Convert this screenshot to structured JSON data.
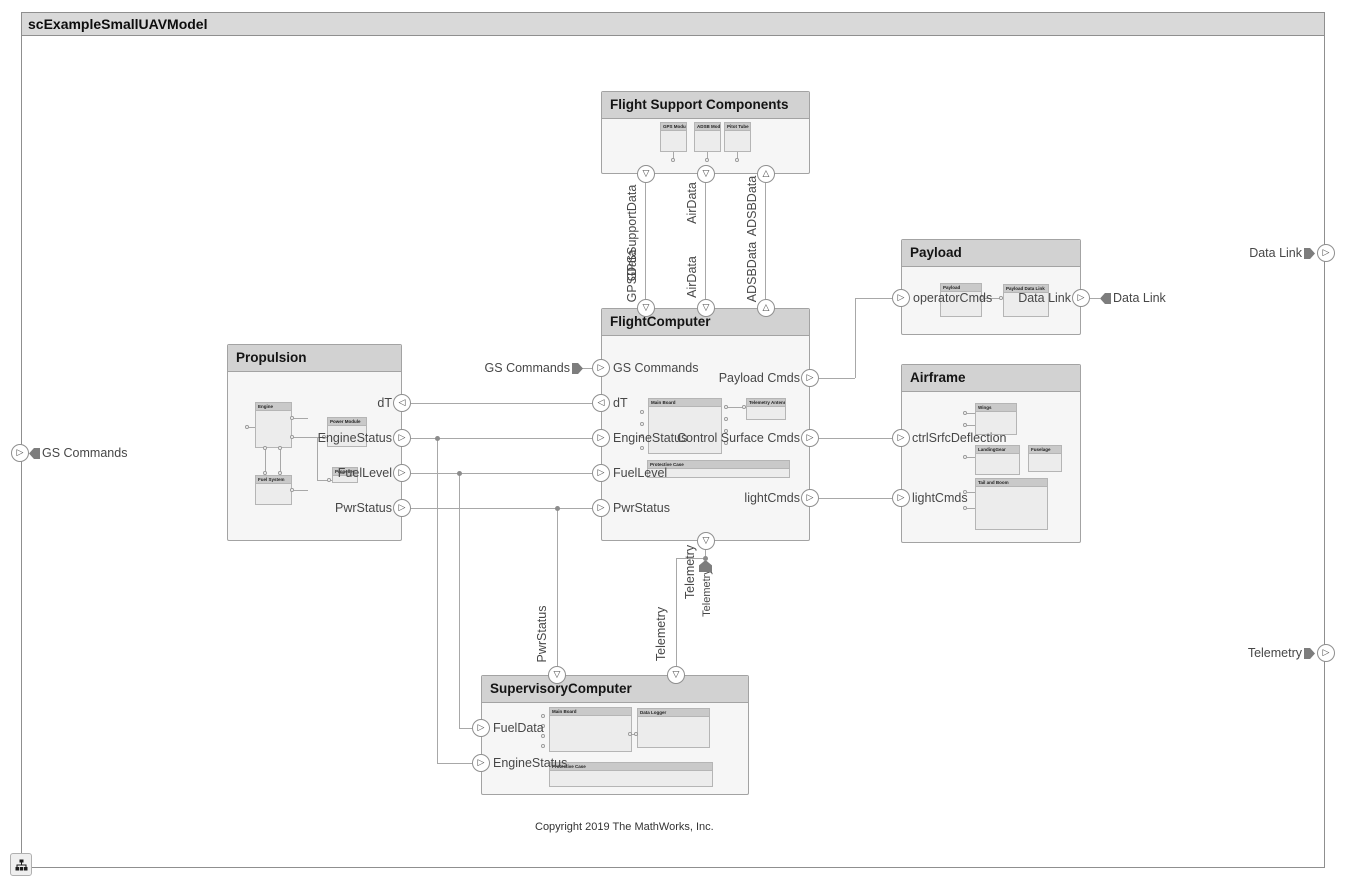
{
  "title": "scExampleSmallUAVModel",
  "copyright": "Copyright 2019 The MathWorks, Inc.",
  "glyphs": {
    "right": "▷",
    "left": "◁",
    "down": "▽",
    "up": "△"
  },
  "colors": {
    "header_grey": "#d2d2d2",
    "wire_grey": "#a8a8a8",
    "label_grey": "#474747",
    "pentagon_grey": "#7d7d7d"
  },
  "external": {
    "gs_commands": "GS Commands",
    "data_link": "Data Link",
    "telemetry": "Telemetry"
  },
  "signals": {
    "gps_support": "GPSSupportData",
    "gps": "GPSData",
    "air": "AirData",
    "adsb": "ADSBData",
    "pwr_status": "PwrStatus",
    "telemetry": "Telemetry",
    "gs_commands": "GS Commands",
    "data_link": "Data Link"
  },
  "blocks": {
    "fsc": {
      "title": "Flight Support Components",
      "children": {
        "gps": "GPS Module",
        "adsb": "ADSB Module",
        "pitot": "Pitot Tube Module"
      }
    },
    "flight_computer": {
      "title": "FlightComputer",
      "ports": {
        "gs": "GS Commands",
        "dt": "dT",
        "engine_status": "EngineStatus",
        "fuel_level": "FuelLevel",
        "pwr_status": "PwrStatus",
        "payload_cmds": "Payload Cmds",
        "ctrl_surface_cmds": "Control Surface Cmds",
        "light_cmds": "lightCmds"
      },
      "children": {
        "main_board": "Main Board",
        "antenna": "Telemetry Antenna",
        "case": "Protective Case"
      }
    },
    "propulsion": {
      "title": "Propulsion",
      "ports": {
        "dt": "dT",
        "engine_status": "EngineStatus",
        "fuel_level": "FuelLevel",
        "pwr_status": "PwrStatus"
      },
      "children": {
        "engine": "Engine",
        "power_module": "Power Module",
        "fuel_system": "Fuel System",
        "propeller": "Propeller"
      }
    },
    "payload": {
      "title": "Payload",
      "ports": {
        "operator_cmds": "operatorCmds",
        "data_link": "Data Link"
      },
      "children": {
        "payload": "Payload",
        "data_link": "Payload Data Link"
      }
    },
    "airframe": {
      "title": "Airframe",
      "ports": {
        "ctrl": "ctrlSrfcDeflection",
        "light": "lightCmds"
      },
      "children": {
        "wings": "Wings",
        "gear": "LandingGear",
        "fuselage": "Fuselage",
        "tail": "Tail and Boom"
      }
    },
    "supervisory": {
      "title": "SupervisoryComputer",
      "ports": {
        "fuel_data": "FuelData",
        "engine_status": "EngineStatus"
      },
      "children": {
        "main_board": "Main Board",
        "logger": "Data Logger",
        "case": "Protective Case"
      }
    }
  }
}
